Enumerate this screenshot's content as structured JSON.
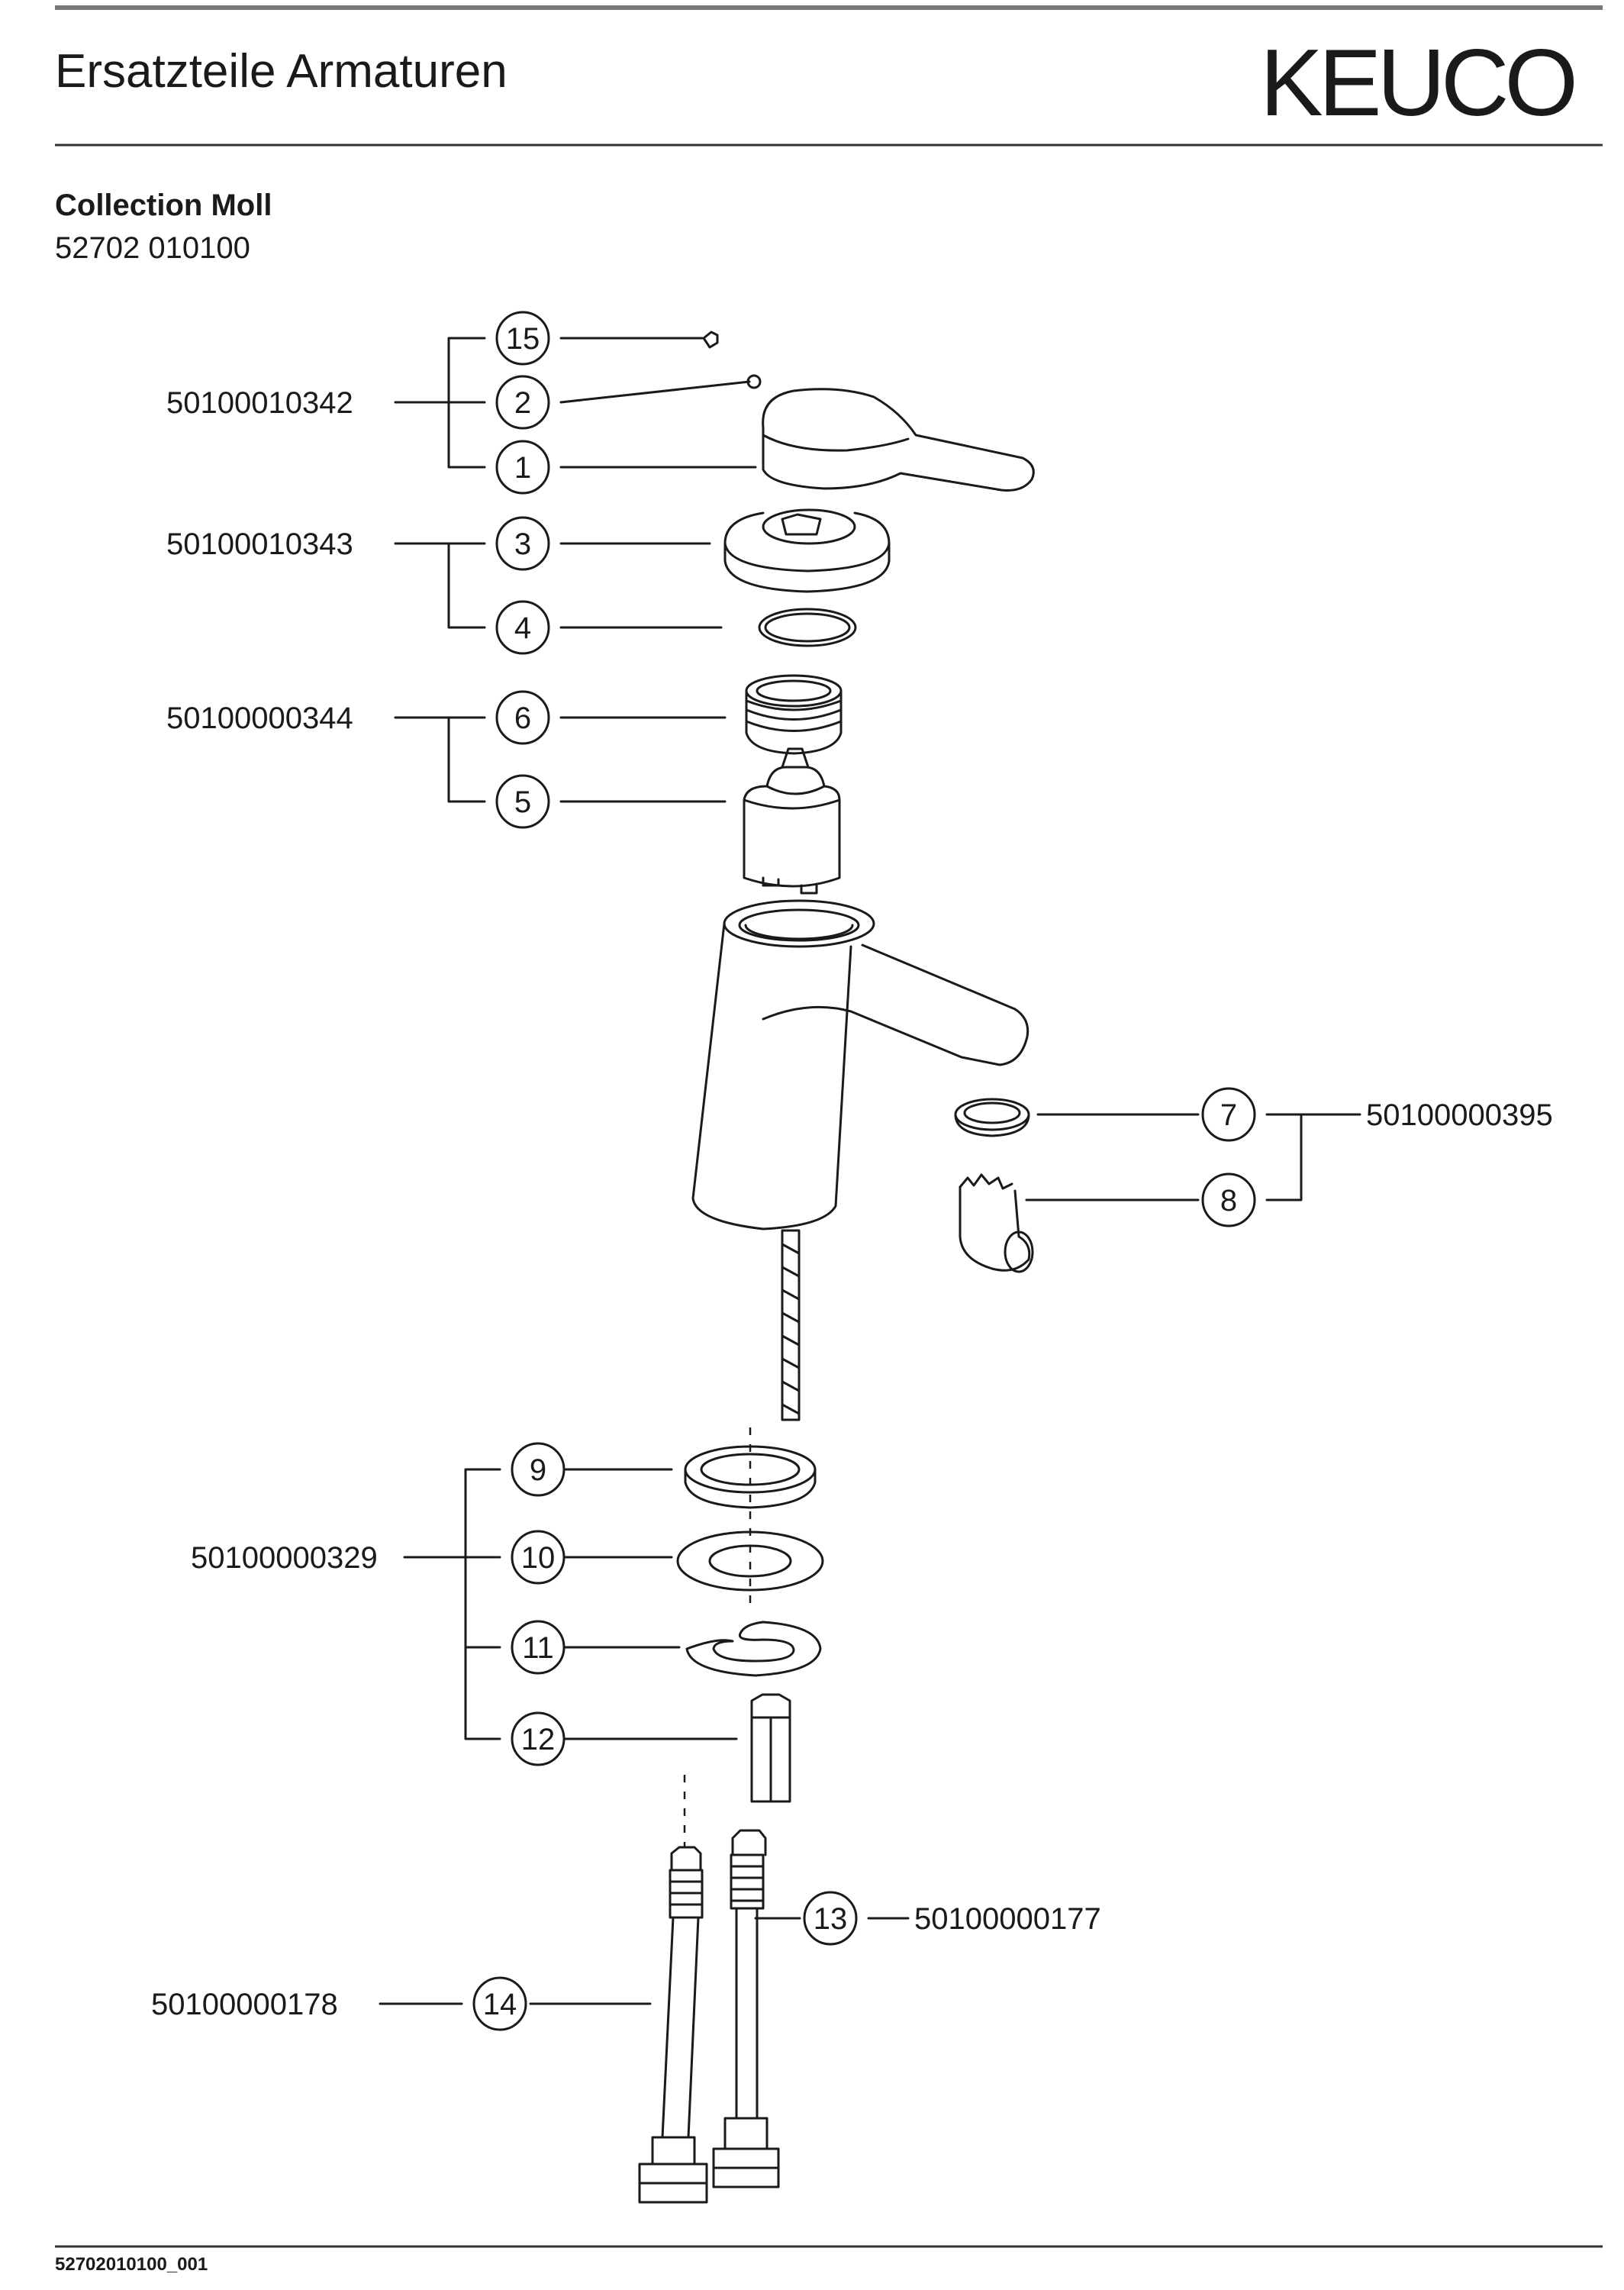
{
  "header": {
    "title": "Ersatzteile Armaturen",
    "brand": "KEUCO"
  },
  "product": {
    "collection": "Collection Moll",
    "number": "52702 010100"
  },
  "footer": {
    "code": "52702010100_001"
  },
  "callouts": [
    {
      "num": "15"
    },
    {
      "num": "2"
    },
    {
      "num": "1"
    },
    {
      "num": "3"
    },
    {
      "num": "4"
    },
    {
      "num": "6"
    },
    {
      "num": "5"
    },
    {
      "num": "7"
    },
    {
      "num": "8"
    },
    {
      "num": "9"
    },
    {
      "num": "10"
    },
    {
      "num": "11"
    },
    {
      "num": "12"
    },
    {
      "num": "13"
    },
    {
      "num": "14"
    }
  ],
  "part_numbers": [
    {
      "code": "50100010342",
      "items": [
        "15",
        "2",
        "1"
      ]
    },
    {
      "code": "50100010343",
      "items": [
        "3",
        "4"
      ]
    },
    {
      "code": "50100000344",
      "items": [
        "6",
        "5"
      ]
    },
    {
      "code": "50100000395",
      "items": [
        "7",
        "8"
      ]
    },
    {
      "code": "50100000329",
      "items": [
        "9",
        "10",
        "11",
        "12"
      ]
    },
    {
      "code": "50100000177",
      "items": [
        "13"
      ]
    },
    {
      "code": "50100000178",
      "items": [
        "14"
      ]
    }
  ]
}
